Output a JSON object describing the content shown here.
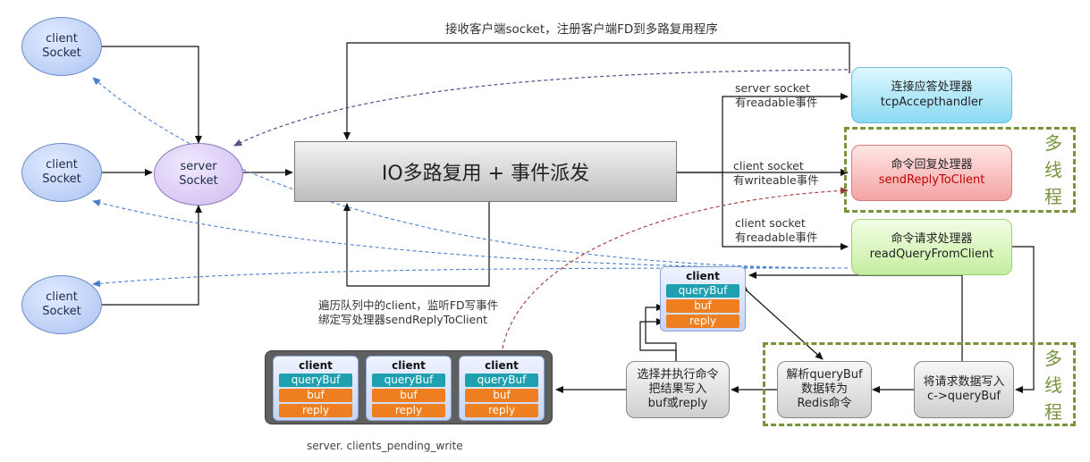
{
  "nodes": {
    "client_socket_label": "client\nSocket",
    "client_socket_1": [
      "client",
      "Socket"
    ],
    "client_socket_2": [
      "client",
      "Socket"
    ],
    "client_socket_3": [
      "client",
      "Socket"
    ],
    "server_socket": [
      "server",
      "Socket"
    ],
    "io_multiplexing": "IO多路复用 + 事件派发",
    "accept_handler": [
      "连接应答处理器",
      "tcpAccepthandler"
    ],
    "reply_handler": [
      "命令回复处理器",
      "sendReplyToClient"
    ],
    "query_handler": [
      "命令请求处理器",
      "readQueryFromClient"
    ],
    "write_query": [
      "将请求数据写入",
      "c->queryBuf"
    ],
    "parse_query": [
      "解析queryBuf",
      "数据转为",
      "Redis命令"
    ],
    "execute": [
      "选择并执行命令",
      "把结果写入",
      "buf或reply"
    ]
  },
  "labels": {
    "top_label": "接收客户端socket，注册客户端FD到多路复用程序",
    "server_socket_event": [
      "server socket",
      "有readable事件"
    ],
    "client_socket_write_event": [
      "client socket",
      "有writeable事件"
    ],
    "client_socket_read_event": [
      "client socket",
      "有readable事件"
    ],
    "iterate_label": [
      "遍历队列中的client，监听FD写事件",
      "绑定写处理器sendReplyToClient"
    ],
    "pending_write": "server. clients_pending_write",
    "multithread_1": [
      "多",
      "线",
      "程"
    ],
    "multithread_2": [
      "多",
      "线",
      "程"
    ]
  },
  "client_struct": {
    "title": "client",
    "fields": [
      "queryBuf",
      "buf",
      "reply"
    ]
  },
  "pending_clients": [
    {
      "title": "client",
      "fields": [
        "queryBuf",
        "buf",
        "reply"
      ]
    },
    {
      "title": "client",
      "fields": [
        "queryBuf",
        "buf",
        "reply"
      ]
    },
    {
      "title": "client",
      "fields": [
        "queryBuf",
        "buf",
        "reply"
      ]
    }
  ],
  "colors": {
    "multithread": "#77933c",
    "query_bar": "#1fa0b0",
    "buf_bar": "#ee7e1f"
  }
}
